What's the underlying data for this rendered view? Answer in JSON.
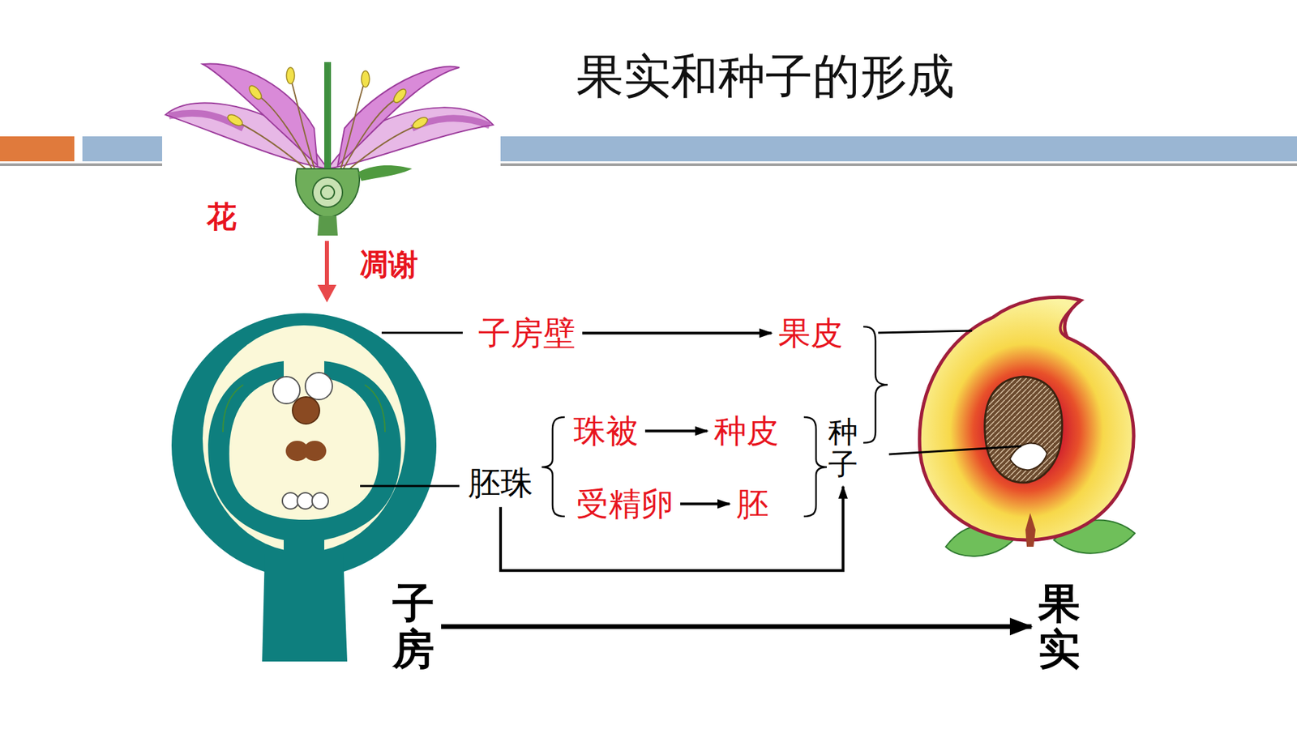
{
  "diagram": {
    "title": "果实和种子的形成",
    "nodes": [
      {
        "text": [
          "子房壁"
        ]
      },
      {
        "text": [
          "果皮"
        ]
      },
      {
        "text": [
          "珠被"
        ]
      },
      {
        "text": [
          "种皮"
        ]
      },
      {
        "text": [
          "胚珠"
        ]
      },
      {
        "text": [
          "种子"
        ]
      },
      {
        "text": [
          "受精卵"
        ]
      },
      {
        "text": [
          "胚"
        ]
      },
      {
        "text": [
          "子房"
        ]
      },
      {
        "text": [
          "果实"
        ]
      }
    ],
    "edges": [
      {
        "from": 0,
        "to": 1,
        "arrow": "to"
      },
      {
        "from": 2,
        "to": 3,
        "arrow": "to"
      },
      {
        "from": 6,
        "to": 7,
        "arrow": "to"
      },
      {
        "from": 4,
        "to": 5,
        "arrow": "to"
      },
      {
        "from": 8,
        "to": 9,
        "arrow": "to"
      }
    ],
    "labels": [
      "花",
      "凋谢"
    ]
  }
}
